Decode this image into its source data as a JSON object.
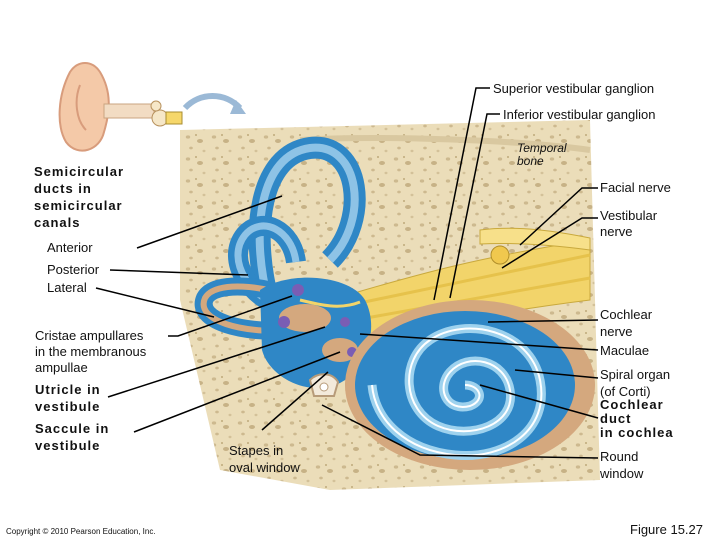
{
  "labels": {
    "superior_vestibular_ganglion": "Superior vestibular ganglion",
    "inferior_vestibular_ganglion": "Inferior vestibular ganglion",
    "temporal_bone": "Temporal\nbone",
    "facial_nerve": "Facial nerve",
    "vestibular_nerve": "Vestibular\nnerve",
    "semicircular_ducts": "Semicircular\nducts in\nsemicircular\ncanals",
    "anterior": "Anterior",
    "posterior": "Posterior",
    "lateral": "Lateral",
    "cristae_ampullares": "Cristae ampullares\nin the membranous\nampullae",
    "utricle": "Utricle in\nvestibule",
    "saccule": "Saccule in\nvestibule",
    "stapes": "Stapes in\noval window",
    "cochlear_nerve": "Cochlear\nnerve",
    "maculae": "Maculae",
    "spiral_organ": "Spiral organ\n(of Corti)",
    "cochlear_duct": "Cochlear\nduct\nin cochlea",
    "round_window": "Round\nwindow"
  },
  "footer": {
    "copyright": "Copyright © 2010 Pearson Education, Inc.",
    "figure": "Figure 15.27"
  },
  "colors": {
    "bone": "#e9d9b4",
    "bone_pore": "#c9b68b",
    "canal_blue": "#2f87c6",
    "canal_light": "#8ec3e6",
    "nerve_yellow": "#f2d46a",
    "membrane_tan": "#d4a87e",
    "purple": "#7a5db4",
    "leader": "#000000"
  }
}
